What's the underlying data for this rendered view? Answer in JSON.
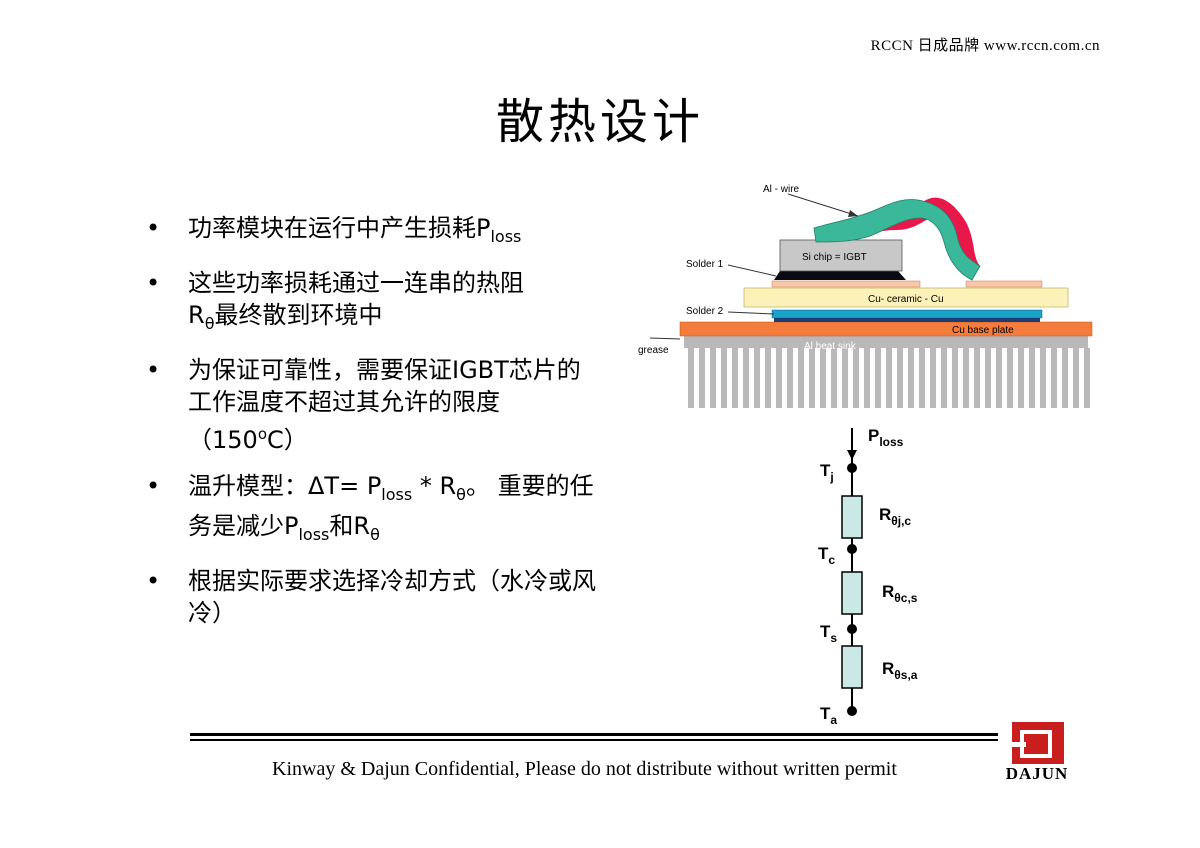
{
  "header": {
    "brand": "RCCN 日成品牌 www.rccn.com.cn"
  },
  "slide": {
    "title": "散热设计"
  },
  "bullets": [
    {
      "marker": "•",
      "t1": "功率模块在运行中产生损耗P",
      "t1sub": "loss"
    },
    {
      "marker": "•",
      "t1": "这些功率损耗通过一连串的热阻",
      "t2": "R",
      "t2sub": "θ",
      "t3": "最终散到环境中"
    },
    {
      "marker": "•",
      "t1": "为保证可靠性，需要保证IGBT芯片的工作温度不超过其允许的限度（150",
      "sup": "o",
      "t2": "C）"
    },
    {
      "marker": "•",
      "t1": "温升模型：ΔT= P",
      "s1": "loss",
      "t2": " * R",
      "s2": "θ",
      "t3": "。 重要的任务是减少P",
      "s3": "loss",
      "t4": "和R",
      "s4": "θ"
    },
    {
      "marker": "•",
      "t1": "根据实际要求选择冷却方式（水冷或风冷）"
    }
  ],
  "diagram": {
    "al_wire": "Al - wire",
    "si_chip": "Si chip = IGBT",
    "solder1": "Solder 1",
    "cu_ceramic": "Cu- ceramic - Cu",
    "solder2": "Solder 2",
    "cu_base": "Cu base plate",
    "grease": "grease",
    "heat_sink": "Al heat sink",
    "colors": {
      "wire": "#3bb79a",
      "wire_shadow": "#e8194a",
      "chip": "#c8c8c8",
      "ceramic": "#fbf1b9",
      "base": "#f47c3c",
      "solder_layer": "#1aa2c9",
      "heatsink": "#b9b9b9",
      "resistor": "#c9e8e6"
    }
  },
  "circuit": {
    "p": "P",
    "p_sub": "loss",
    "tj": "T",
    "tj_sub": "j",
    "r1": "R",
    "r1_sub": "θj,c",
    "tc": "T",
    "tc_sub": "c",
    "r2": "R",
    "r2_sub": "θc,s",
    "ts": "T",
    "ts_sub": "s",
    "r3": "R",
    "r3_sub": "θs,a",
    "ta": "T",
    "ta_sub": "a"
  },
  "footer": {
    "text": "Kinway & Dajun Confidential, Please do not distribute without written permit",
    "logo_text": "DAJUN"
  }
}
